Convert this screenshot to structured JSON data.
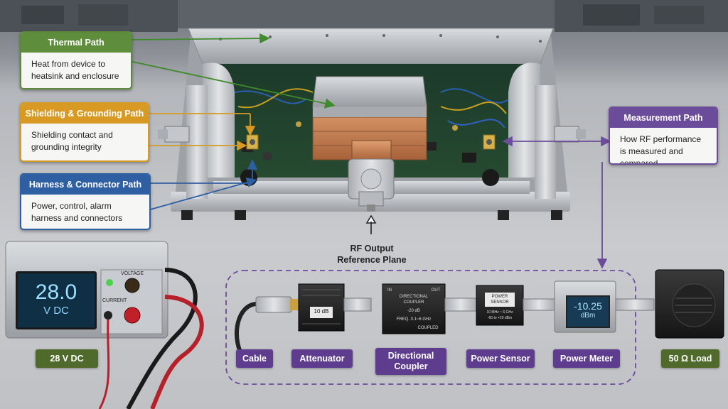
{
  "callouts": {
    "thermal": {
      "title": "Thermal Path",
      "body": "Heat from device to heatsink and enclosure"
    },
    "shielding": {
      "title": "Shielding & Grounding Path",
      "body": "Shielding contact and grounding integrity"
    },
    "harness": {
      "title": "Harness & Connector Path",
      "body": "Power, control, alarm harness and connectors"
    },
    "measurement": {
      "title": "Measurement Path",
      "body": "How RF performance is measured and compared"
    }
  },
  "reference_plane": {
    "line1": "RF Output",
    "line2": "Reference Plane"
  },
  "power_supply": {
    "display_value": "28.0",
    "display_unit": "V DC",
    "voltage_label": "VOLTAGE",
    "current_label": "CURRENT",
    "label": "28 V DC"
  },
  "chain": {
    "cable": "Cable",
    "attenuator": "Attenuator",
    "attenuator_value": "10 dB",
    "coupler": "Directional Coupler",
    "coupler_face": {
      "in": "IN",
      "out": "OUT",
      "title": "DIRECTIONAL COUPLER",
      "value": "-20 dB",
      "freq": "FREQ. 0.1~6 GHz",
      "coupled": "COUPLED"
    },
    "sensor": "Power Sensor",
    "sensor_face": {
      "title": "POWER SENSOR",
      "range": "10 MHz ~ 6 GHz",
      "level": "-60 to +20 dBm"
    },
    "meter": "Power Meter",
    "meter_value": "-10.25",
    "meter_unit": "dBm",
    "load": "50 Ω Load"
  },
  "colors": {
    "thermal": "#5e8d3b",
    "shielding": "#d89a22",
    "harness": "#2f5fa3",
    "measurement": "#6b4c9a"
  }
}
